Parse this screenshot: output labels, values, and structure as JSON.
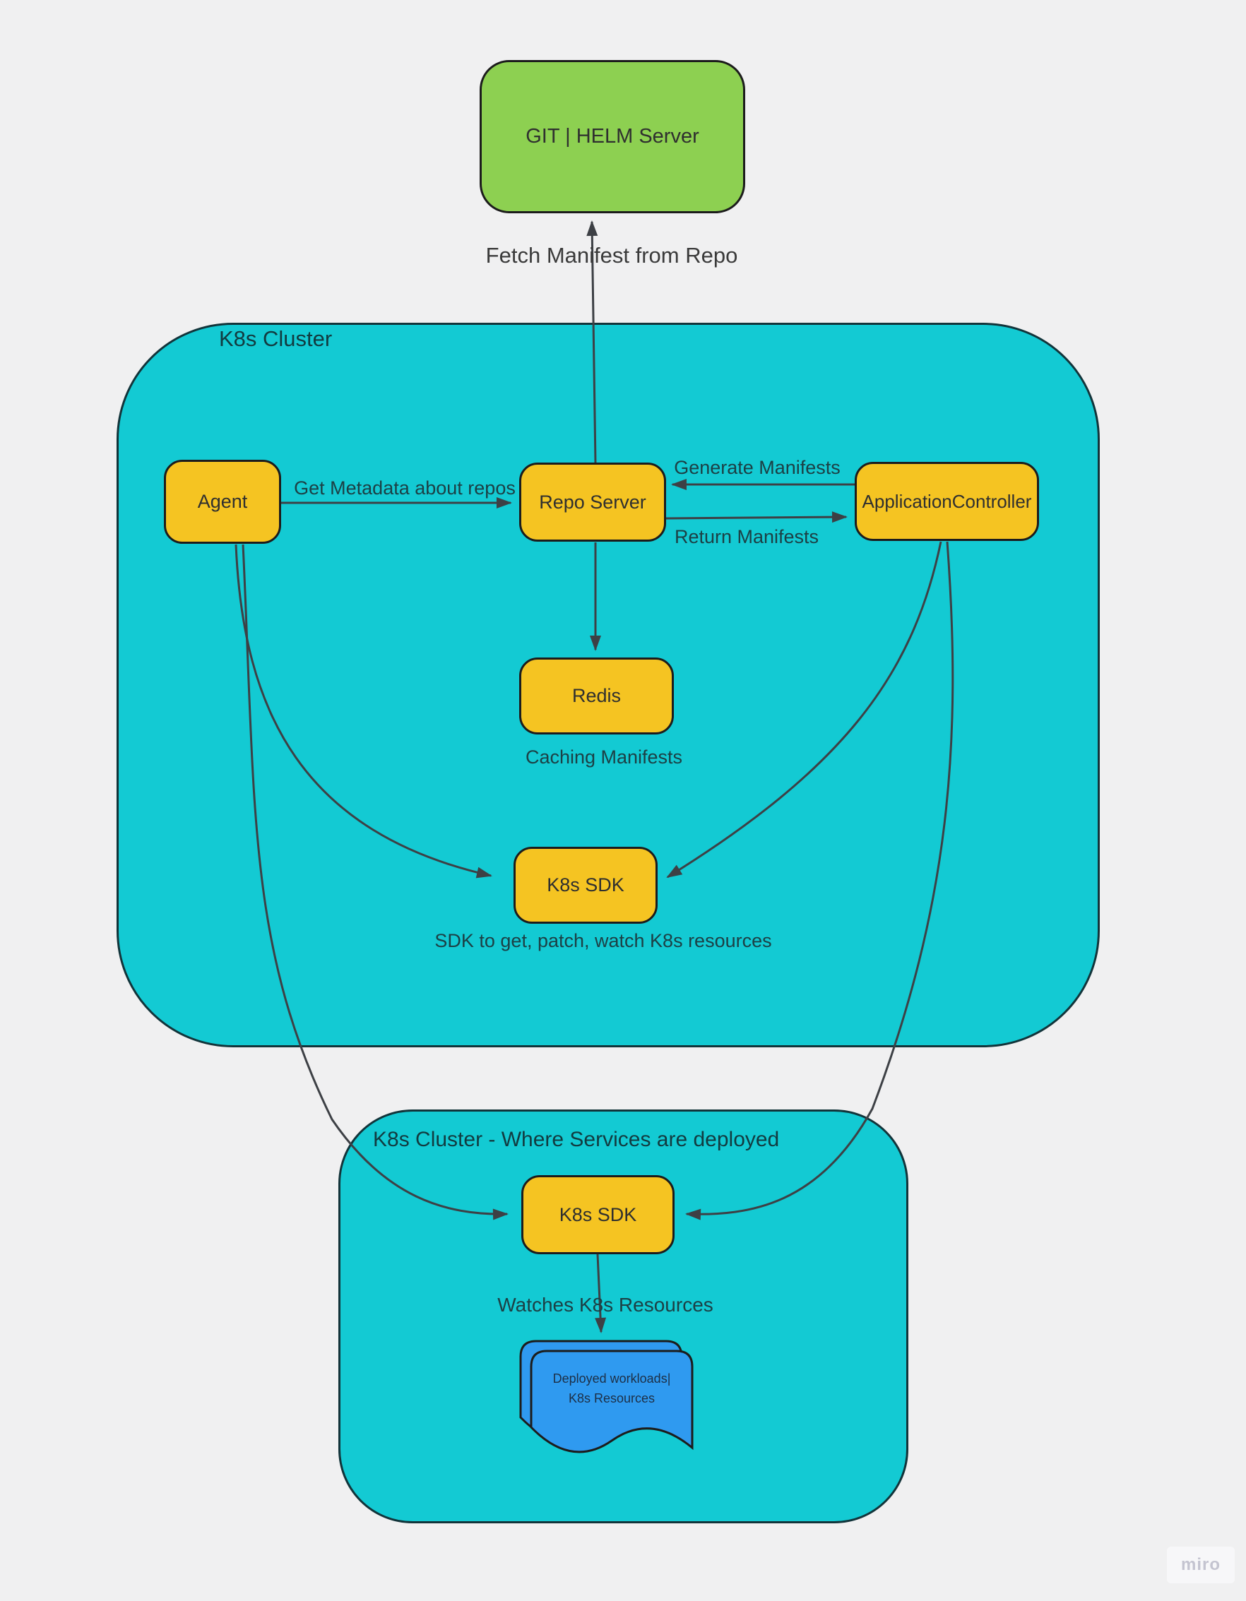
{
  "app": {
    "watermark": "miro"
  },
  "colors": {
    "background": "#f0f0f1",
    "cluster_fill": "#13cad3",
    "node_fill": "#f5c422",
    "git_fill": "#8dd051",
    "document_fill": "#2f9af0",
    "shape_border": "#1c1c1c",
    "connector": "#3d4045",
    "watermark_text": "#c4c4d0"
  },
  "clusters": {
    "main": {
      "title": "K8s Cluster"
    },
    "deploy": {
      "title": "K8s Cluster - Where Services are deployed"
    }
  },
  "nodes": {
    "git_helm": {
      "label": "GIT | HELM Server"
    },
    "agent": {
      "label": "Agent"
    },
    "repo_server": {
      "label": "Repo Server"
    },
    "application_controller": {
      "label": "ApplicationController"
    },
    "redis": {
      "label": "Redis"
    },
    "k8s_sdk_main": {
      "label": "K8s SDK"
    },
    "k8s_sdk_deploy": {
      "label": "K8s SDK"
    },
    "deployed_workloads": {
      "label_line1": "Deployed workloads|",
      "label_line2": "K8s Resources"
    }
  },
  "edge_labels": {
    "fetch_manifest": "Fetch Manifest from Repo",
    "get_metadata": "Get Metadata about repos",
    "generate_manifests": "Generate Manifests",
    "return_manifests": "Return Manifests",
    "caching_manifests": "Caching Manifests",
    "sdk_purpose": "SDK to get, patch, watch K8s resources",
    "watches": "Watches K8s Resources"
  },
  "connectors": [
    {
      "from": "repo_server",
      "to": "git_helm",
      "label_key": "fetch_manifest"
    },
    {
      "from": "agent",
      "to": "repo_server",
      "label_key": "get_metadata"
    },
    {
      "from": "application_controller",
      "to": "repo_server",
      "label_key": "generate_manifests"
    },
    {
      "from": "repo_server",
      "to": "application_controller",
      "label_key": "return_manifests"
    },
    {
      "from": "repo_server",
      "to": "redis",
      "label_key": "caching_manifests"
    },
    {
      "from": "agent",
      "to": "k8s_sdk_main"
    },
    {
      "from": "application_controller",
      "to": "k8s_sdk_main"
    },
    {
      "from": "agent",
      "to": "k8s_sdk_deploy"
    },
    {
      "from": "application_controller",
      "to": "k8s_sdk_deploy"
    },
    {
      "from": "k8s_sdk_deploy",
      "to": "deployed_workloads",
      "label_key": "watches"
    }
  ]
}
